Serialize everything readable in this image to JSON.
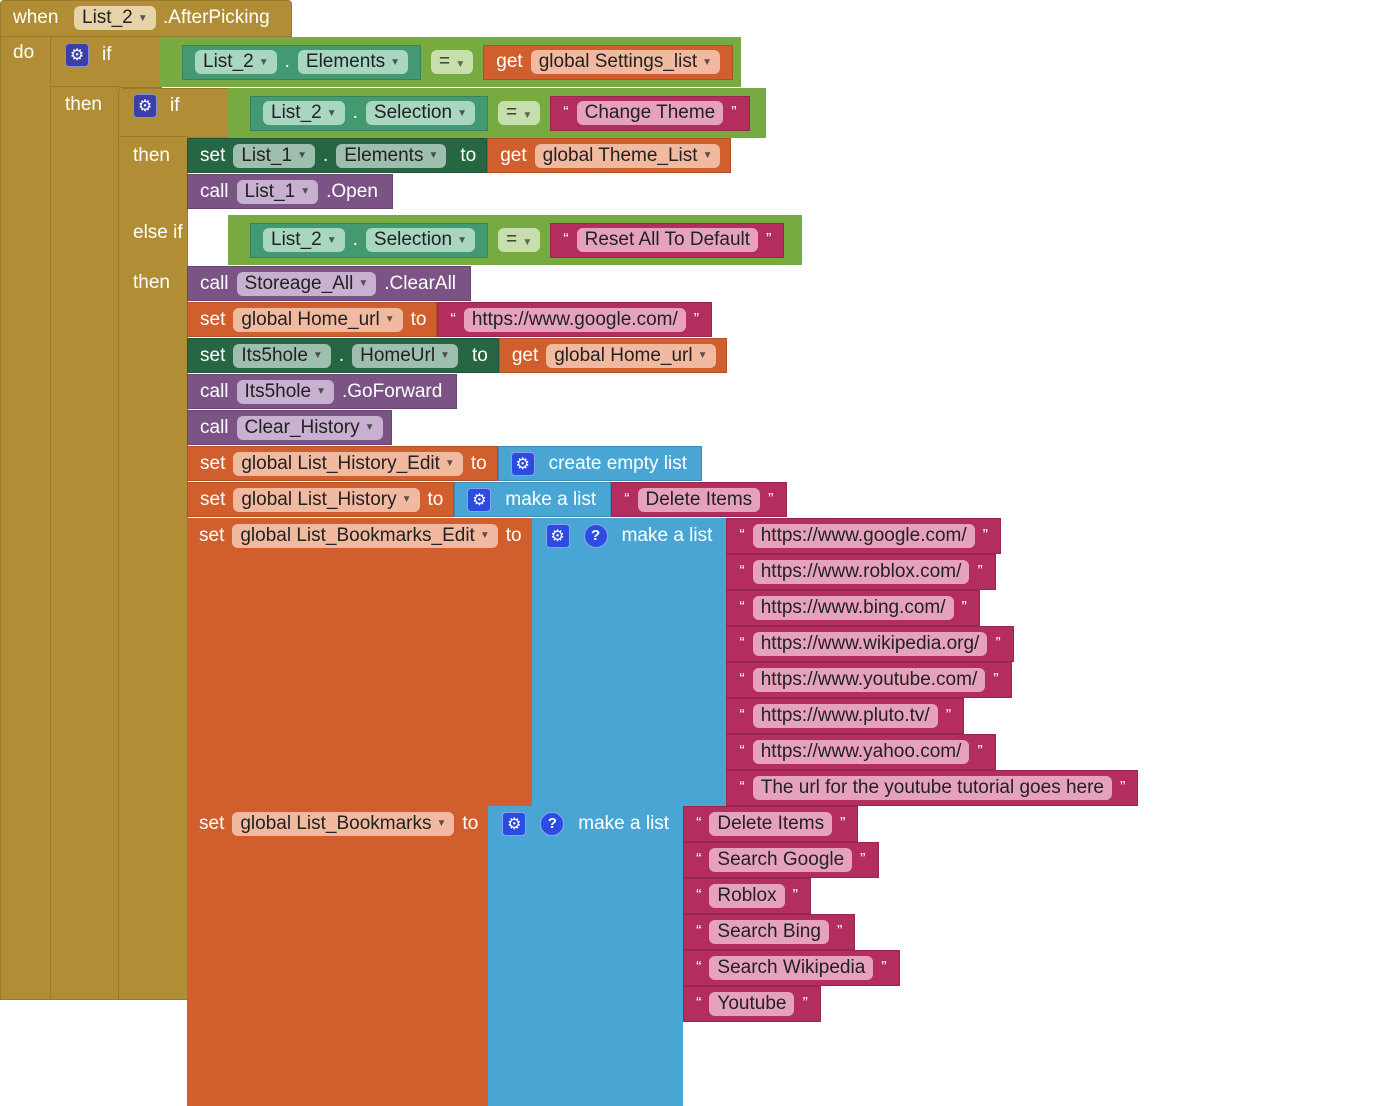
{
  "event": {
    "when": "when",
    "component": "List_2",
    "event": ".AfterPicking",
    "do": "do"
  },
  "outer_if": {
    "if": "if",
    "then": "then",
    "cond": {
      "component": "List_2",
      "prop": "Elements",
      "op": "=",
      "get": "get",
      "var": "global Settings_list"
    }
  },
  "inner_if": {
    "if": "if",
    "then": "then",
    "else_if": "else if",
    "then2": "then",
    "cond1": {
      "component": "List_2",
      "prop": "Selection",
      "op": "=",
      "text": "Change Theme"
    },
    "cond2": {
      "component": "List_2",
      "prop": "Selection",
      "op": "=",
      "text": "Reset All To Default"
    }
  },
  "kw": {
    "set": "set",
    "to": "to",
    "call": "call",
    "get": "get",
    "dot": ".",
    "create_empty": "create empty list",
    "make_list": "make a list",
    "open_q": "“",
    "close_q": "”"
  },
  "branch1": {
    "set_component": "List_1",
    "set_prop": "Elements",
    "get_var": "global Theme_List",
    "call_component": "List_1",
    "call_method": ".Open"
  },
  "branch2": {
    "clear_component": "Storeage_All",
    "clear_method": ".ClearAll",
    "home_var": "global Home_url",
    "home_text": "https://www.google.com/",
    "hs_component": "Its5hole",
    "hs_prop": "HomeUrl",
    "hs_get": "global Home_url",
    "fwd_component": "Its5hole",
    "fwd_method": ".GoForward",
    "clear_hist": "Clear_History",
    "hist_edit_var": "global List_History_Edit",
    "hist_var": "global List_History",
    "hist_item": "Delete Items",
    "bm_edit_var": "global List_Bookmarks_Edit",
    "bm_edit_items": [
      "https://www.google.com/",
      "https://www.roblox.com/",
      "https://www.bing.com/",
      "https://www.wikipedia.org/",
      "https://www.youtube.com/",
      "https://www.pluto.tv/",
      "https://www.yahoo.com/",
      "The url for the youtube tutorial goes here"
    ],
    "bm_var": "global List_Bookmarks",
    "bm_items": [
      "Delete Items",
      "Search Google",
      "Roblox",
      "Search Bing",
      "Search Wikipedia",
      "Youtube"
    ]
  },
  "colors": {
    "control": "#b18e35",
    "logic": "#77ab41",
    "component_set": "#266643",
    "component_get": "#439970",
    "procedure": "#7c5385",
    "variable": "#d05f2d",
    "text": "#b32d5e",
    "list": "#49a6d4"
  }
}
